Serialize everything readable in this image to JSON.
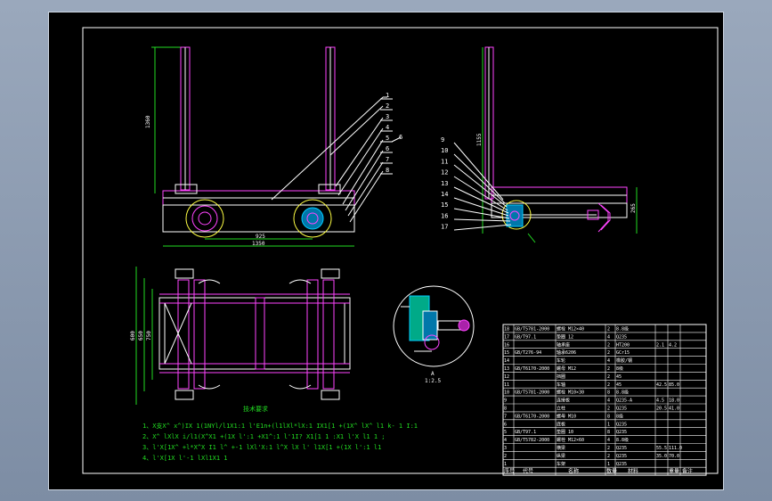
{
  "drawing": {
    "callouts_front": [
      "1",
      "2",
      "3",
      "4",
      "5",
      "6",
      "7",
      "8"
    ],
    "callout_group": "6",
    "callouts_side": [
      "9",
      "10",
      "11",
      "12",
      "13",
      "14",
      "15",
      "16",
      "17"
    ],
    "dim_front_bottom_a": "925",
    "dim_front_bottom_b": "1350",
    "dim_front_height": "1360",
    "dim_side_height": "1155",
    "dim_side_right": "265",
    "dim_plan_a": "600",
    "dim_plan_b": "650",
    "dim_plan_c": "750",
    "detail_label": "A",
    "detail_scale": "1:2.5",
    "notes_title": "技术要求",
    "notes": [
      "1、X支X^ x^)IX 1(1NYl/l1X1:1 l'E1n+(l1lXl*lX:1 IX1[1 +(1X^ lX^ l1 k- 1 I:1",
      "2、X^ lXlX i/l1(X^X1 +(1X l':1 +X1^:1 l'1I? X1[1 1 :X1 l'X l1 1 ;",
      "3、l'X[1X^ +l*X^X I1 l^ +-1 lXl'X:1 l^X lX l' l1X[1 +(1X l':1 l1",
      "4、l'X[1X l'-1 lXl1X1 1"
    ]
  },
  "bom": {
    "rows": [
      {
        "no": "18",
        "code": "GB/T5781-2000",
        "name": "螺栓 M12×40",
        "qty": "2",
        "mat": "8.8级"
      },
      {
        "no": "17",
        "code": "GB/T97.1",
        "name": "垫圈 12",
        "qty": "4",
        "mat": "Q235"
      },
      {
        "no": "16",
        "code": "",
        "name": "轴承座",
        "qty": "2",
        "mat": "HT200",
        "w1": "2.1",
        "w2": "4.2"
      },
      {
        "no": "15",
        "code": "GB/T276-94",
        "name": "轴承6206",
        "qty": "2",
        "mat": "GCr15"
      },
      {
        "no": "14",
        "code": "",
        "name": "车轮",
        "qty": "4",
        "mat": "橡胶/钢"
      },
      {
        "no": "13",
        "code": "GB/T6170-2000",
        "name": "螺母 M12",
        "qty": "2",
        "mat": "8级"
      },
      {
        "no": "12",
        "code": "",
        "name": "挡圈",
        "qty": "2",
        "mat": "45"
      },
      {
        "no": "11",
        "code": "",
        "name": "车轴",
        "qty": "2",
        "mat": "45",
        "w1": "42.5",
        "w2": "85.0"
      },
      {
        "no": "10",
        "code": "GB/T5781-2000",
        "name": "螺栓 M10×30",
        "qty": "8",
        "mat": "8.8级"
      },
      {
        "no": "9",
        "code": "",
        "name": "连接板",
        "qty": "4",
        "mat": "Q235-A",
        "w1": "4.5",
        "w2": "18.0"
      },
      {
        "no": "8",
        "code": "",
        "name": "立柱",
        "qty": "2",
        "mat": "Q235",
        "w1": "20.5",
        "w2": "41.0"
      },
      {
        "no": "7",
        "code": "GB/T6170-2000",
        "name": "螺母 M10",
        "qty": "8",
        "mat": "8级"
      },
      {
        "no": "6",
        "code": "",
        "name": "底板",
        "qty": "1",
        "mat": "Q235"
      },
      {
        "no": "5",
        "code": "GB/T97.1",
        "name": "垫圈 10",
        "qty": "8",
        "mat": "Q235"
      },
      {
        "no": "4",
        "code": "GB/T5782-2000",
        "name": "螺栓 M12×60",
        "qty": "4",
        "mat": "8.8级"
      },
      {
        "no": "3",
        "code": "",
        "name": "横梁",
        "qty": "2",
        "mat": "Q235",
        "w1": "55.5",
        "w2": "111.0"
      },
      {
        "no": "2",
        "code": "",
        "name": "纵梁",
        "qty": "2",
        "mat": "Q235",
        "w1": "35.0",
        "w2": "70.0"
      },
      {
        "no": "1",
        "code": "",
        "name": "车架",
        "qty": "1",
        "mat": "Q235",
        "w1": "",
        "w2": ""
      }
    ],
    "header": {
      "no": "序号",
      "code": "代号",
      "name": "名称",
      "qty": "数量",
      "mat": "材料",
      "weight": "重量",
      "note": "备注"
    }
  }
}
